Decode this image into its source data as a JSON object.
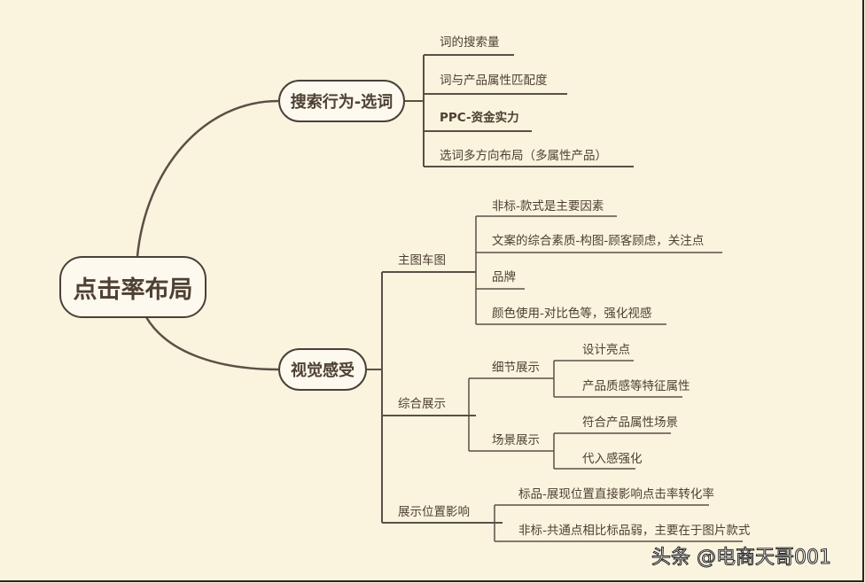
{
  "root": "点击率布局",
  "branches": [
    {
      "label": "搜索行为-选词",
      "children": [
        "词的搜索量",
        "词与产品属性匹配度",
        "PPC-资金实力",
        "选词多方向布局（多属性产品）"
      ]
    },
    {
      "label": "视觉感受",
      "children": [
        {
          "label": "主图车图",
          "children": [
            "非标-款式是主要因素",
            "文案的综合素质-构图-顾客顾虑，关注点",
            "品牌",
            "颜色使用-对比色等，强化视感"
          ]
        },
        {
          "label": "综合展示",
          "children": [
            {
              "label": "细节展示",
              "children": [
                "设计亮点",
                "产品质感等特征属性"
              ]
            },
            {
              "label": "场景展示",
              "children": [
                "符合产品属性场景",
                "代入感强化"
              ]
            }
          ]
        },
        {
          "label": "展示位置影响",
          "children": [
            "标品-展现位置直接影响点击率转化率",
            "非标-共通点相比标品弱，主要在于图片款式"
          ]
        }
      ]
    }
  ],
  "watermark": "头条 @电商天哥001",
  "colors": {
    "background": "#faf3de",
    "line": "#5a5046",
    "text": "#4e4033"
  }
}
